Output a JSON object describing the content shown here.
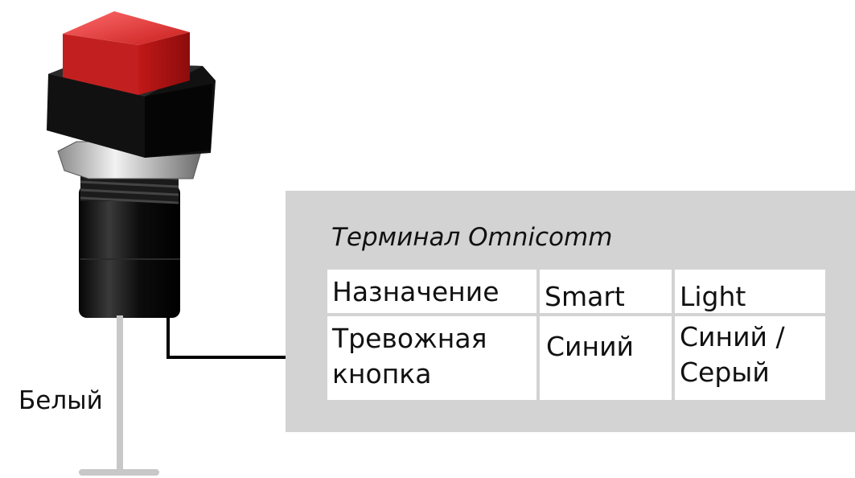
{
  "wire_label": "Белый",
  "panel": {
    "title": "Терминал Omnicomm",
    "headers": {
      "purpose": "Назначение",
      "smart": "Smart",
      "light": "Light"
    },
    "row": {
      "purpose_line1": "Тревожная",
      "purpose_line2": "кнопка",
      "smart": "Синий",
      "light_line1": "Синий /",
      "light_line2": "Серый"
    }
  },
  "colors": {
    "button_cap": "#d42a2a",
    "button_body": "#111111",
    "panel_bg": "#d3d3d3",
    "white_wire": "#c8c8c8",
    "black_wire": "#000000"
  }
}
